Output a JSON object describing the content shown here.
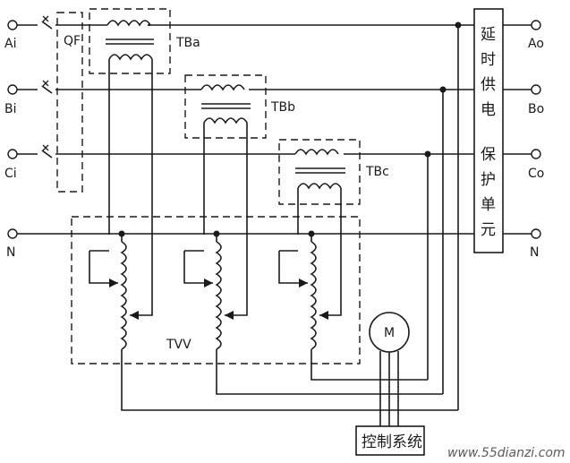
{
  "inputs": {
    "a": "Ai",
    "b": "Bi",
    "c": "Ci",
    "n": "N"
  },
  "outputs": {
    "a": "Ao",
    "b": "Bo",
    "c": "Co",
    "n": "N"
  },
  "breaker_label": "QF",
  "transformers": {
    "a": "TBa",
    "b": "TBb",
    "c": "TBc"
  },
  "regulator_label": "TVV",
  "motor_label": "M",
  "control_label": "控制系统",
  "protection_unit": [
    "延",
    "时",
    "供",
    "电",
    "保",
    "护",
    "单",
    "元"
  ],
  "watermark": "www.55dianzi.com"
}
